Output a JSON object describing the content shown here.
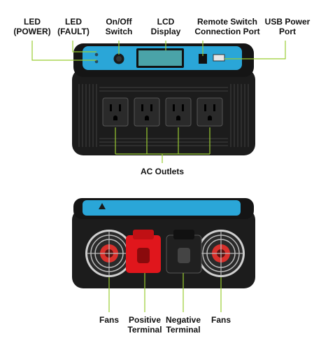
{
  "labels": {
    "led_power": {
      "line1": "LED",
      "line2": "(POWER)"
    },
    "led_fault": {
      "line1": "LED",
      "line2": "(FAULT)"
    },
    "onoff_switch": {
      "line1": "On/Off",
      "line2": "Switch"
    },
    "lcd_display": {
      "line1": "LCD",
      "line2": "Display"
    },
    "remote_switch_port": {
      "line1": "Remote Switch",
      "line2": "Connection Port"
    },
    "usb_power_port": {
      "line1": "USB Power",
      "line2": "Port"
    },
    "ac_outlets": {
      "line1": "AC Outlets"
    },
    "fans_left": {
      "line1": "Fans"
    },
    "positive_terminal": {
      "line1": "Positive",
      "line2": "Terminal"
    },
    "negative_terminal": {
      "line1": "Negative",
      "line2": "Terminal"
    },
    "fans_right": {
      "line1": "Fans"
    }
  },
  "colors": {
    "callout_line": "#9acd32",
    "body": "#1c1c1c",
    "panel_blue": "#2aa6d8",
    "lcd": "#4aa3a8",
    "positive_terminal": "#e0161c",
    "negative_terminal": "#202020",
    "fan_guard": "#cfcfcf",
    "fan_red": "#d9302c"
  }
}
